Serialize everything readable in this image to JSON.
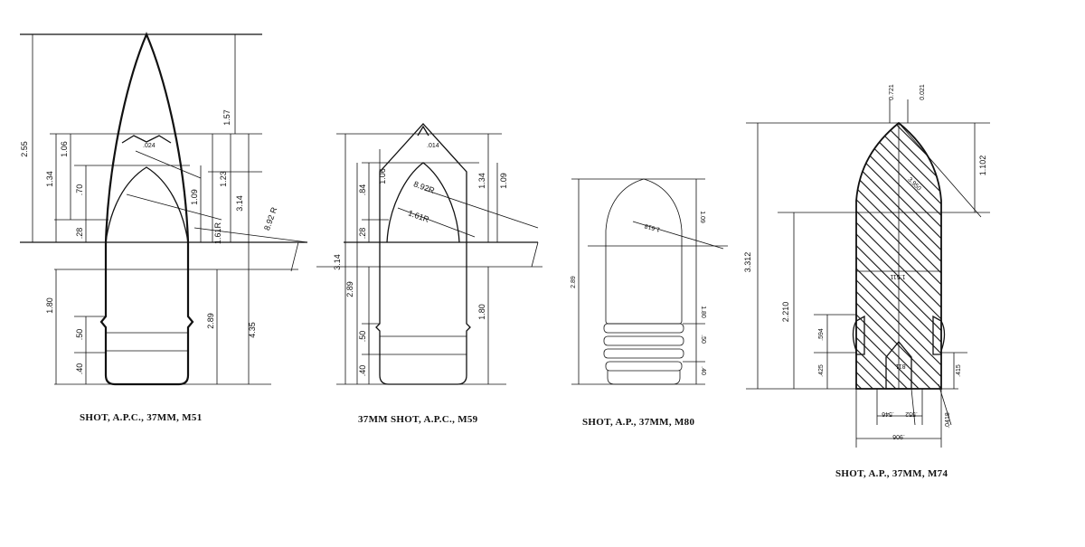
{
  "drawings": [
    {
      "caption": "SHOT, A.P.C., 37MM, M51",
      "dims": {
        "d_255": "2.55",
        "d_134": "1.34",
        "d_106": "1.06",
        "d_70": ".70",
        "d_28": ".28",
        "d_024": ".024",
        "d_157": "1.57",
        "d_123": "1.23",
        "d_109": "1.09",
        "d_314": "3.14",
        "d_161r": "1.61R",
        "d_892r": "8.92 R",
        "d_180": "1.80",
        "d_50": ".50",
        "d_40": ".40",
        "d_289": "2.89",
        "d_435": "4.35"
      }
    },
    {
      "caption": "37MM SHOT, A.P.C., M59",
      "dims": {
        "d_314": "3.14",
        "d_289": "2.89",
        "d_106": "1.06",
        "d_84": ".84",
        "d_28": ".28",
        "d_014": ".014",
        "d_892r": "8.92R",
        "d_161r": "1.61R",
        "d_134": "1.34",
        "d_109": "1.09",
        "d_180": "1.80",
        "d_50": ".50",
        "d_40": ".40"
      }
    },
    {
      "caption": "SHOT, A.P., 37MM, M80",
      "dims": {
        "d_1618": "1.618",
        "d_109": "1.09",
        "d_289": "2.89",
        "d_180": "1.80",
        "d_50": ".50",
        "d_40": ".40"
      }
    },
    {
      "caption": "SHOT, A.P., 37MM, M74",
      "dims": {
        "d_0721": "0.721",
        "d_0021": "0.021",
        "d_1102": "1.102",
        "d_3312": "3.312",
        "d_2210": "2.210",
        "d_3950": "3.950",
        "d_1511": "1.511",
        "d_594": ".594",
        "d_425": ".425",
        "d_415": ".415",
        "d_811": ".811",
        "d_0418": ".0418",
        "d_906": ".906",
        "d_546": ".546",
        "d_552": ".552"
      }
    }
  ]
}
